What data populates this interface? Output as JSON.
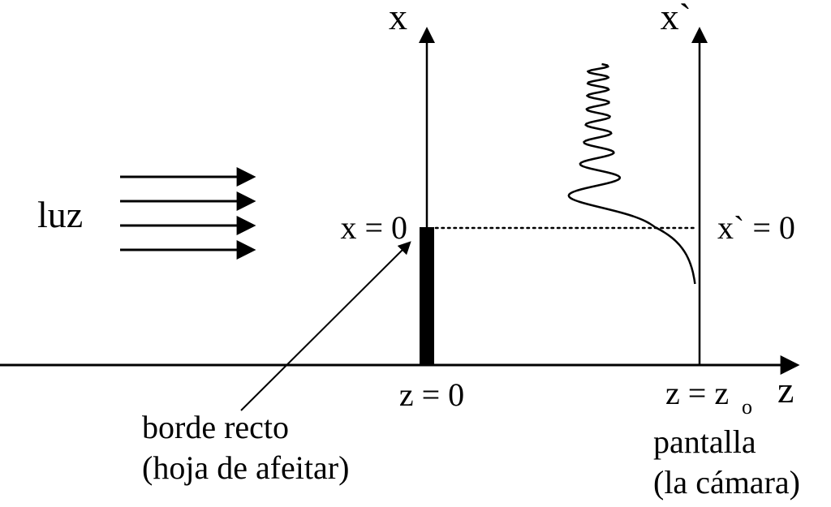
{
  "figure": {
    "left": {
      "light_label": "luz"
    },
    "axes": {
      "x_axis_label": "x",
      "xprime_axis_label": "x`",
      "z_axis_label": "z"
    },
    "markers": {
      "x_zero": "x = 0",
      "xprime_zero": "x` = 0",
      "z_zero": "z = 0",
      "z_z0_main": "z = z",
      "z_z0_subscript": "o"
    },
    "captions": {
      "edge_line1": "borde recto",
      "edge_line2": "(hoja de afeitar)",
      "screen_line1": "pantalla",
      "screen_line2": "(la cámara)"
    },
    "colors": {
      "ink": "#000000",
      "background": "#ffffff"
    }
  }
}
